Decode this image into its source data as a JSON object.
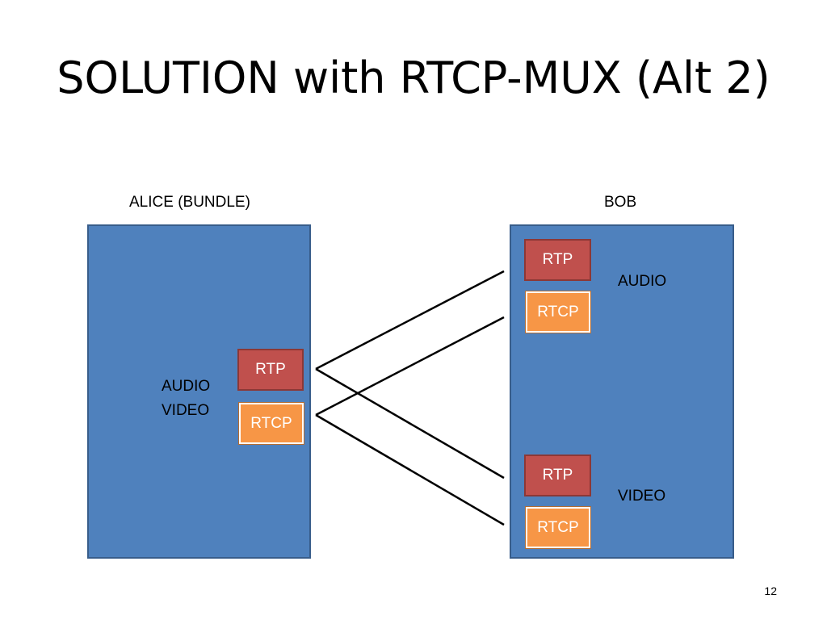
{
  "slide": {
    "title": "SOLUTION with RTCP-MUX (Alt 2)",
    "page_number": "12"
  },
  "alice": {
    "heading": "ALICE (BUNDLE)",
    "media_line1": "AUDIO",
    "media_line2": "VIDEO",
    "rtp_label": "RTP",
    "rtcp_label": "RTCP"
  },
  "bob": {
    "heading": "BOB",
    "audio": {
      "label": "AUDIO",
      "rtp_label": "RTP",
      "rtcp_label": "RTCP"
    },
    "video": {
      "label": "VIDEO",
      "rtp_label": "RTP",
      "rtcp_label": "RTCP"
    }
  },
  "colors": {
    "panel": "#4f81bd",
    "panel_border": "#385d8a",
    "rtp": "#c0504d",
    "rtcp": "#f79646",
    "line": "#000000"
  }
}
